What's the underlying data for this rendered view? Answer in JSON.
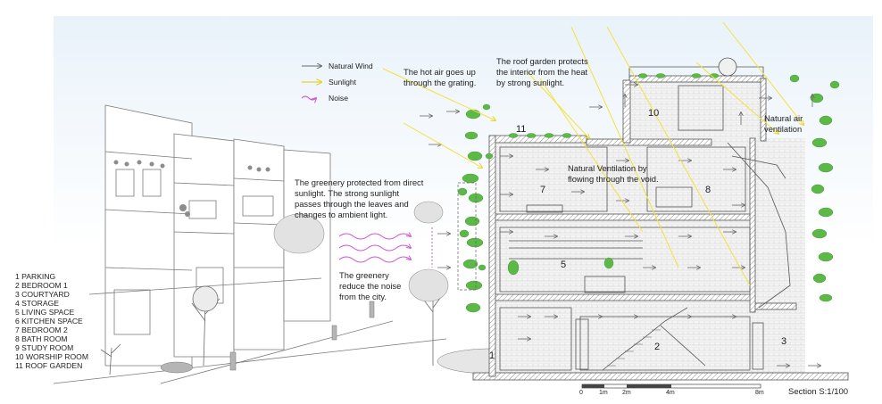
{
  "legend": {
    "items": [
      {
        "label": "Natural Wind",
        "color": "#6b6b6b",
        "kind": "arrow"
      },
      {
        "label": "Sunlight",
        "color": "#f3e23a",
        "kind": "arrow"
      },
      {
        "label": "Noise",
        "color": "#d04bd6",
        "kind": "wave-arrow"
      }
    ]
  },
  "room_key": [
    "1 PARKING",
    "2 BEDROOM 1",
    "3 COURTYARD",
    "4 STORAGE",
    "5 LIVING SPACE",
    "6 KITCHEN SPACE",
    "7 BEDROOM 2",
    "8 BATH ROOM",
    "9 STUDY ROOM",
    "10 WORSHIP ROOM",
    "11 ROOF GARDEN"
  ],
  "annotations": {
    "greenery_sunlight": [
      "The greenery protected from direct",
      "sunlight. The strong sunlight",
      "passes through the leaves and",
      "changes to ambient light."
    ],
    "greenery_noise": [
      "The greenery",
      "reduce the noise",
      "from the city."
    ],
    "hot_air": [
      "The hot air goes up",
      "through the grating."
    ],
    "roof_garden": [
      "The roof garden protects",
      "the interior from the heat",
      "by strong sunlight."
    ],
    "natural_ventilation": [
      "Natural Ventilation by",
      "flowing through the void."
    ],
    "natural_air": [
      "Natural air",
      "ventilation"
    ]
  },
  "room_numbers": [
    "1",
    "2",
    "3",
    "5",
    "7",
    "8",
    "10",
    "11"
  ],
  "scale_bar": {
    "ticks": [
      "0",
      "1m",
      "2m",
      "4m",
      "8m"
    ],
    "title": "Section S:1/100"
  },
  "colors": {
    "line": "#555555",
    "green": "#4caf3a",
    "sun": "#f3e23a",
    "noise": "#d04bd6",
    "hatch": "#9a9a9a",
    "sky": "#eef5fb"
  }
}
